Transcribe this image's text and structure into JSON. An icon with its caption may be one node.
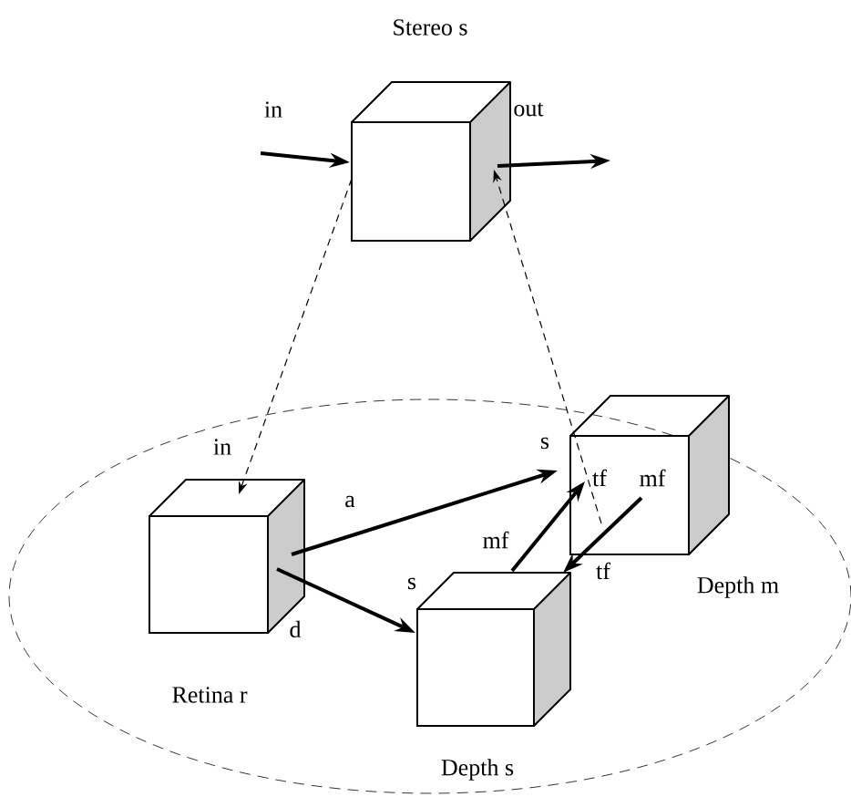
{
  "diagram": {
    "nodes": [
      {
        "text": [
          "Stereo s"
        ]
      },
      {
        "text": [],
        "shape": "ellipse"
      },
      {
        "text": [
          "Retina r"
        ],
        "in": 1
      },
      {
        "text": [
          "Depth s"
        ],
        "in": 1
      },
      {
        "text": [
          "Depth m"
        ],
        "in": 1
      }
    ],
    "edges": [
      {
        "from": null,
        "to": 0,
        "arrow": "to"
      },
      {
        "from": 0,
        "to": null,
        "arrow": "to"
      },
      {
        "from": 0,
        "to": 2,
        "arrow": "to",
        "style": "dashed"
      },
      {
        "from": 4,
        "to": 0,
        "arrow": "to",
        "style": "dashed"
      },
      {
        "from": 2,
        "to": 4,
        "arrow": "to"
      },
      {
        "from": 2,
        "to": 3,
        "arrow": "to"
      },
      {
        "from": 3,
        "to": 4,
        "arrow": "to"
      },
      {
        "from": 4,
        "to": 3,
        "arrow": "to"
      }
    ],
    "labels": [
      "in",
      "out",
      "in",
      "a",
      "d",
      "s",
      "s",
      "mf",
      "tf",
      "mf",
      "tf"
    ]
  }
}
